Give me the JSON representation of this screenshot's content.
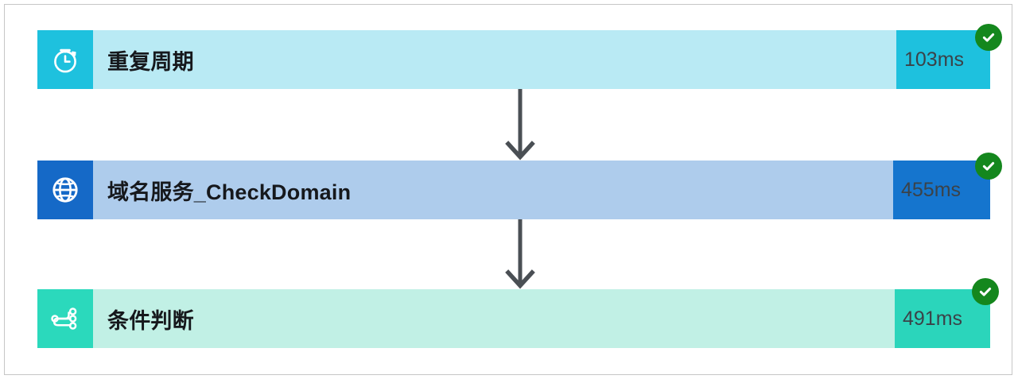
{
  "diagram": {
    "type": "workflow-execution-timeline",
    "orientation": "vertical",
    "frame_border_color": "#c6c6c6",
    "background": "#ffffff",
    "connector_color": "#4a4f54",
    "status_badge_color": "#14871d"
  },
  "steps": [
    {
      "index": 1,
      "icon": "stopwatch-icon",
      "title": "重复周期",
      "duration": "103ms",
      "status": "success",
      "status_icon": "check-circle-icon",
      "colors": {
        "icon_block": "#1ec1de",
        "body": "#b9eaf4",
        "duration_block": "#1ec1de",
        "duration_text": "#3b4248"
      }
    },
    {
      "index": 2,
      "icon": "globe-icon",
      "title": "域名服务_CheckDomain",
      "duration": "455ms",
      "status": "success",
      "status_icon": "check-circle-icon",
      "colors": {
        "icon_block": "#1569c7",
        "body": "#aeccec",
        "duration_block": "#1575ce",
        "duration_text": "#3b4248"
      }
    },
    {
      "index": 3,
      "icon": "branch-condition-icon",
      "title": "条件判断",
      "duration": "491ms",
      "status": "success",
      "status_icon": "check-circle-icon",
      "colors": {
        "icon_block": "#2bd9bc",
        "body": "#c1f0e5",
        "duration_block": "#2bd5bb",
        "duration_text": "#3b4248"
      }
    }
  ],
  "connectors": [
    {
      "from_step": 1,
      "to_step": 2,
      "icon": "arrow-down-icon"
    },
    {
      "from_step": 2,
      "to_step": 3,
      "icon": "arrow-down-icon"
    }
  ]
}
